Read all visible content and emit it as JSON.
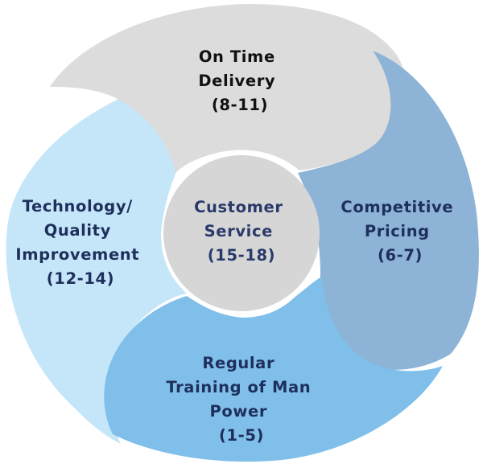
{
  "segments": {
    "delivery": {
      "lines": [
        "On Time",
        "Delivery",
        "(8-11)"
      ],
      "fill": "#dcdcdc",
      "text_color": "#111111"
    },
    "pricing": {
      "lines": [
        "Competitive",
        "Pricing",
        "(6-7)"
      ],
      "fill": "#8db3d6",
      "text_color": "#1e2f5c"
    },
    "training": {
      "lines": [
        "Regular",
        "Training of Man",
        "Power",
        "(1-5)"
      ],
      "fill": "#7fbfe9",
      "text_color": "#1e2f5c"
    },
    "technology": {
      "lines": [
        "Technology/",
        "Quality",
        "Improvement",
        "(12-14)"
      ],
      "fill": "#c5e6f9",
      "text_color": "#1e2f5c"
    },
    "center": {
      "lines": [
        "Customer",
        "Service",
        "(15-18)"
      ],
      "fill": "#d6d6d6",
      "text_color": "#2a3a6a"
    }
  }
}
